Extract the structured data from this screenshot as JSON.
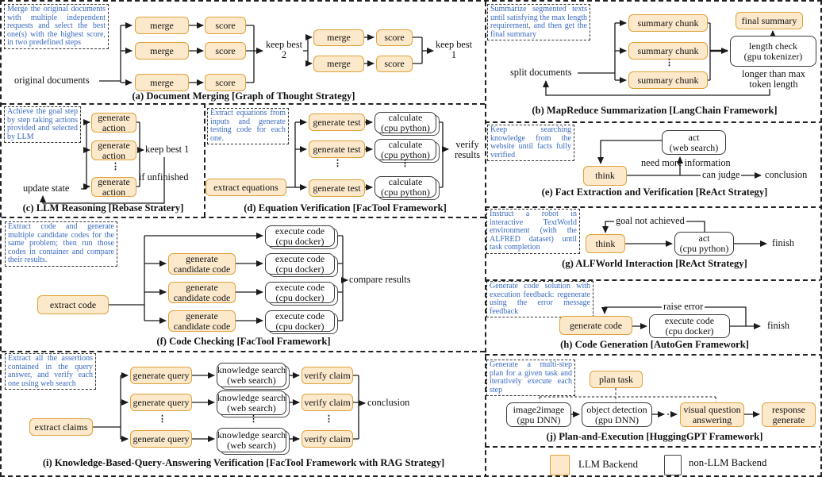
{
  "colors": {
    "llm_fill": "#FCE9CC",
    "llm_border": "#DFA13A",
    "non_llm_border": "#3A3A3A",
    "note_text": "#3A6ABF",
    "line": "#1A1A1A"
  },
  "misc": {
    "vdots": "⋮"
  },
  "legend": {
    "llm_label": "LLM Backend",
    "non_llm_label": "non-LLM Backend"
  },
  "panels": {
    "a": {
      "caption": "(a) Document Merging [Graph of Thought Strategy]",
      "note": "Merge the original documents with multiple independent requests and select the best one(s) with the highest score, in two predefined steps",
      "input_label": "original documents",
      "merge_label": "merge",
      "score_label": "score",
      "keep_best_2": "keep best 2",
      "keep_best_1": "keep best 1"
    },
    "b": {
      "caption": "(b) MapReduce Summarization [LangChain Framework]",
      "note": "Summarize segmented texts until satisfying the max length requirement, and then get the final summary",
      "input_label": "split documents",
      "chunk_label": "summary chunk",
      "length_check": {
        "l1": "length check",
        "l2": "(gpu tokenizer)"
      },
      "final_summary": "final summary",
      "feedback_label": "longer than max token length"
    },
    "c": {
      "caption": "(c) LLM Reasoning [Rebase Stratery]",
      "note": "Achieve the goal step by step taking actions provided and selected by LLM",
      "input_label": "update state",
      "action": {
        "l1": "generate",
        "l2": "action"
      },
      "keep_best_1": "keep best 1",
      "feedback_label": "if unfinished"
    },
    "d": {
      "caption": "(d) Equation Verification [FacTool Framework]",
      "note": "Extract equations from inputs and generate testing code for each one.",
      "input_label": "extract equations",
      "gen_test": "generate test",
      "calculate": {
        "l1": "calculate",
        "l2": "(cpu python)"
      },
      "output_label": "verify results"
    },
    "e": {
      "caption": "(e) Fact Extraction and Verification [ReAct Strategy]",
      "note": "Keep searching knowledge from the website until facts fully verified",
      "think": "think",
      "act": {
        "l1": "act",
        "l2": "(web search)"
      },
      "need_more": "need more information",
      "can_judge": "can judge",
      "conclusion": "conclusion"
    },
    "f": {
      "caption": "(f) Code Checking [FacTool Framework]",
      "note": "Extract code and generate multiple candidate codes for the same problem; then run those codes in container and compare their results.",
      "input_label": "extract code",
      "candidate": {
        "l1": "generate",
        "l2": "candidate code"
      },
      "execute": {
        "l1": "execute code",
        "l2": "(cpu docker)"
      },
      "output_label": "compare results"
    },
    "g": {
      "caption": "(g) ALFWorld Interaction [ReAct Strategy]",
      "note": "Instruct a robot in interactive TextWorld environment (with the ALFRED dataset) until task completion",
      "think": "think",
      "act": {
        "l1": "act",
        "l2": "(cpu python)"
      },
      "feedback_label": "goal not achieved",
      "finish": "finish"
    },
    "h": {
      "caption": "(h) Code Generation [AutoGen Framework]",
      "note": "Generate code solution with execution feedback: regenerate using the error message feedback",
      "generate_code": "generate code",
      "execute": {
        "l1": "execute code",
        "l2": "(cpu docker)"
      },
      "feedback_label": "raise error",
      "finish": "finish"
    },
    "i": {
      "caption": "(i) Knowledge-Based-Query-Answering Verification [FacTool Framework with RAG Strategy]",
      "note": "Extract all the assertions contained in the query answer, and verify each one using web search",
      "input_label": "extract claims",
      "gen_query": "generate query",
      "search": {
        "l1": "knowledge search",
        "l2": "(web search)"
      },
      "verify": "verify claim",
      "conclusion": "conclusion"
    },
    "j": {
      "caption": "(j) Plan-and-Execution [HuggingGPT Framework]",
      "note": "Generate a multi-step plan for a given task and iteratively execute each step",
      "plan_task": "plan task",
      "image2image": {
        "l1": "image2image",
        "l2": "(gpu DNN)"
      },
      "object_detection": {
        "l1": "object detection",
        "l2": "(gpu DNN)"
      },
      "vqa": {
        "l1": "visual question",
        "l2": "answering"
      },
      "response": {
        "l1": "response",
        "l2": "generate"
      }
    }
  }
}
